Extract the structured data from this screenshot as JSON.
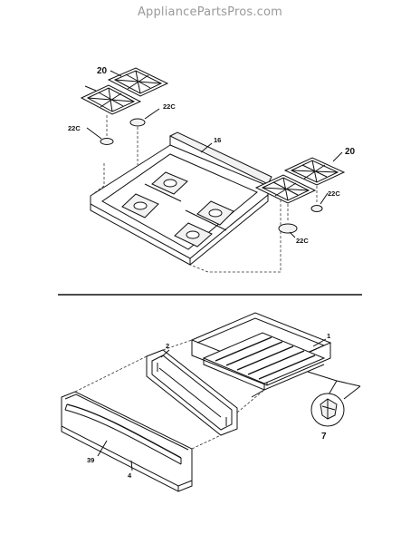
{
  "watermark": "AppliancePartsPros.com",
  "callouts": {
    "grate_top_left": "20",
    "grate_right": "20",
    "cap_left_outer": "22C",
    "cap_left_inner": "22C",
    "cap_right_top": "22C",
    "cap_right_bottom": "22C",
    "cooktop": "16",
    "drawer_body": "1",
    "drawer_panel": "2",
    "clip_detail": "7",
    "drawer_front_trim": "39",
    "drawer_front": "4"
  }
}
